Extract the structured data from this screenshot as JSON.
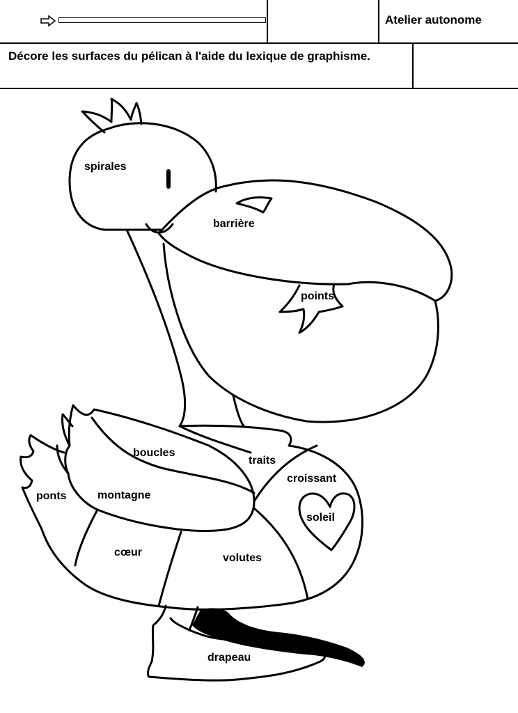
{
  "header": {
    "workshop_title": "Atelier autonome",
    "instruction": "Décore les surfaces du pélican à l'aide du lexique de graphisme.",
    "name_icon": "arrow-right-outline-icon"
  },
  "zones": {
    "spirales": "spirales",
    "barriere": "barrière",
    "points": "points",
    "boucles": "boucles",
    "traits": "traits",
    "croissant": "croissant",
    "ponts": "ponts",
    "montagne": "montagne",
    "soleil": "soleil",
    "coeur": "cœur",
    "volutes": "volutes",
    "drapeau": "drapeau"
  }
}
